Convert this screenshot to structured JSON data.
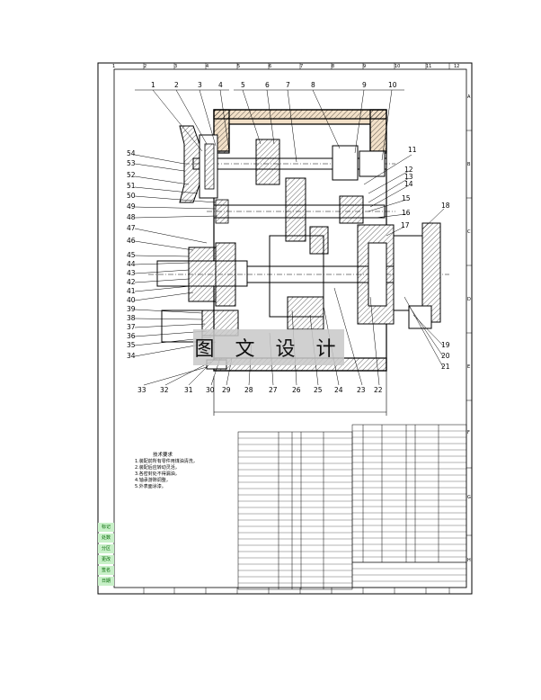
{
  "drawing": {
    "part_numbers_top": [
      "1",
      "2",
      "3",
      "4",
      "5",
      "6",
      "7",
      "8",
      "9",
      "10"
    ],
    "part_numbers_right": [
      "11",
      "12",
      "13",
      "14",
      "15",
      "16",
      "17",
      "18",
      "19",
      "20",
      "21"
    ],
    "part_numbers_left": [
      "54",
      "53",
      "52",
      "51",
      "50",
      "49",
      "48",
      "47",
      "46",
      "45",
      "44",
      "43",
      "42",
      "41",
      "40",
      "39",
      "38",
      "37",
      "36",
      "35",
      "34"
    ],
    "part_numbers_bottom": [
      "33",
      "32",
      "31",
      "30",
      "29",
      "28",
      "27",
      "26",
      "25",
      "24",
      "23",
      "22"
    ],
    "border_columns": [
      "1",
      "2",
      "3",
      "4",
      "5",
      "6",
      "7",
      "8",
      "9",
      "10",
      "11",
      "12"
    ],
    "border_rows": [
      "A",
      "B",
      "C",
      "D",
      "E",
      "F",
      "G",
      "H"
    ],
    "watermark": "图 文 设 计",
    "notes_title": "技术要求",
    "notes": [
      "1.装配前所有零件用煤油清洗，",
      "2.装配后应转动灵活，",
      "3.各密封处不得漏油，",
      "4.轴承游隙调整，",
      "5.外表面涂漆。"
    ],
    "side_labels": [
      "标记",
      "处数",
      "分区",
      "更改",
      "签名",
      "日期"
    ]
  }
}
